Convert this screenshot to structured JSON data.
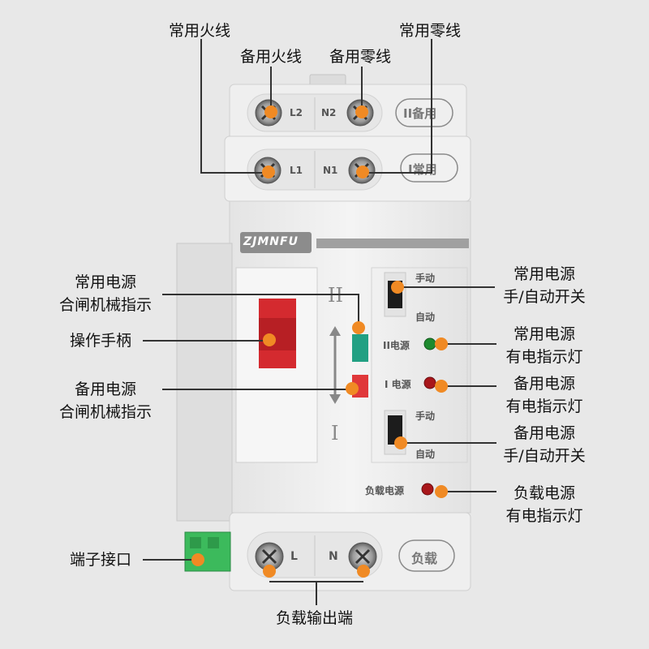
{
  "device": {
    "brand": "ZJMNFU",
    "top_terminals": [
      "L2",
      "N2"
    ],
    "top_badge": "II备用",
    "mid_terminals": [
      "L1",
      "N1"
    ],
    "mid_badge": "I常用",
    "bottom_terminals": [
      "L",
      "N"
    ],
    "bottom_badge": "负载",
    "mark_upper": "II",
    "mark_lower": "I",
    "switch1_top": "手动",
    "switch1_bottom": "自动",
    "switch2_top": "手动",
    "switch2_bottom": "自动",
    "led_upper_label": "II电源",
    "led_lower_label": "I 电源",
    "load_led_label": "负载电源"
  },
  "callouts": {
    "common_live": "常用火线",
    "backup_live": "备用火线",
    "backup_neutral": "备用零线",
    "common_neutral": "常用零线",
    "common_mech_1": "常用电源",
    "common_mech_2": "合闸机械指示",
    "handle": "操作手柄",
    "backup_mech_1": "备用电源",
    "backup_mech_2": "合闸机械指示",
    "terminal_port": "端子接口",
    "load_output": "负载输出端",
    "common_switch_1": "常用电源",
    "common_switch_2": "手/自动开关",
    "common_led_1": "常用电源",
    "common_led_2": "有电指示灯",
    "backup_led_1": "备用电源",
    "backup_led_2": "有电指示灯",
    "backup_switch_1": "备用电源",
    "backup_switch_2": "手/自动开关",
    "load_led_1": "负载电源",
    "load_led_2": "有电指示灯"
  },
  "colors": {
    "accent_dot": "#f08a24",
    "handle_red": "#d42a2f",
    "indicator_green": "#22a083",
    "indicator_red": "#e0383a",
    "led_green": "#1e8a2e",
    "led_red": "#a8161a",
    "terminal_green": "#3cba5c"
  }
}
